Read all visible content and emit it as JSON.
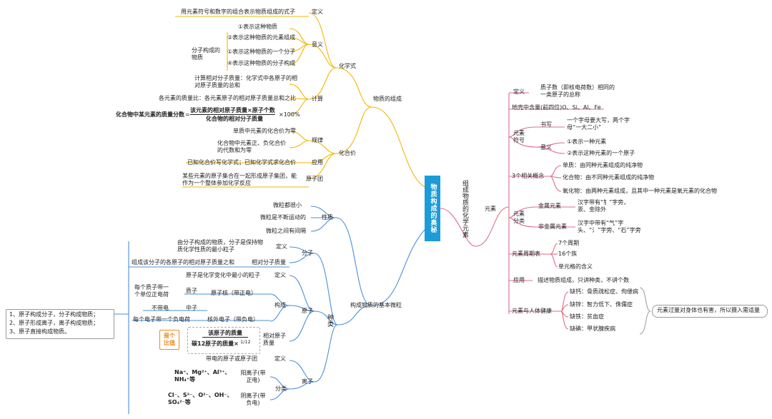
{
  "center": {
    "title": "物质构成的奥秘"
  },
  "left_top": {
    "branch": "物质的组成",
    "formula": {
      "label": "化学式",
      "definition": {
        "label": "定义",
        "text": "用元素符号和数字的组合表示物质组成的式子"
      },
      "meaning": {
        "label": "意义",
        "items": [
          "①表示这种物质",
          "②表示这种物质的元素组成",
          "①表示这种物质的一个分子",
          "④表示这种物质的分子构成"
        ],
        "note": "分子构成的物质"
      },
      "calc": {
        "label": "计算",
        "items": [
          "计算相对分子质量：化学式中各原子的相对原子质量的总和",
          "各元素的质量比：各元素原子的相对原子质量总和之比"
        ],
        "mass_fraction_label": "化合物中某元素的质量分数",
        "mass_fraction_num": "该元素的相对原子质量×原子个数",
        "mass_fraction_den": "化合物的相对分子质量",
        "mass_fraction_pct": "×100%"
      }
    },
    "valence": {
      "label": "化合价",
      "rule_label": "规律",
      "rules": [
        "单质中元素的化合价为零",
        "化合物中元素正、负化合价的代数和为零"
      ],
      "application_label": "应用",
      "application": "已知化合价写化学式；已知化学式求化合价",
      "radical_label": "原子团",
      "radical": "某些元素的原子集合在一起形成原子集团，能作为一个整体参加化学反应"
    }
  },
  "left_bottom": {
    "branch": "构成物质的基本微粒",
    "property": {
      "label": "性质",
      "items": [
        "微粒都很小",
        "微粒是不断运动的",
        "微粒之间有间隔"
      ]
    },
    "kind_label": "种类",
    "molecule": {
      "label": "分子",
      "definition_label": "定义",
      "definition": "由分子构成的物质，分子是保持物质化学性质的最小粒子",
      "mass_label": "相对分子质量",
      "mass": "组成该分子的各原子的相对原子质量之和"
    },
    "atom": {
      "label": "原子",
      "definition_label": "定义",
      "definition": "原子是化学变化中最小的粒子",
      "structure_label": "构成",
      "nucleus": "原子核（带正电）",
      "proton": "质子",
      "proton_note": "每个质子带一个单位正电荷",
      "neutron": "中子",
      "neutron_note": "不带电",
      "electron": "核外电子（带负电）",
      "electron_note": "每个电子带一个负电荷",
      "ratio_note": "是个比值",
      "relmass_label": "相对原子质量",
      "relmass_num": "该原子的质量",
      "relmass_den": "碳12原子的质量×",
      "relmass_frac": "1/12"
    },
    "ion": {
      "label": "离子",
      "definition_label": "定义",
      "definition": "带电的原子或原子团",
      "classify_label": "分类",
      "cation_label": "阳离子(带正电)",
      "cation_examples": "Na⁺、Mg²⁺、Al³⁺、NH₄⁺等",
      "anion_label": "阴离子(带负电)",
      "anion_examples": "Cl⁻、S²⁻、O²⁻、OH⁻、SO₄²⁻等"
    },
    "side_note": [
      "1、原子构成分子，分子构成物质；",
      "2、原子形成离子，离子构成物质；",
      "3、原子直接构成物质。"
    ]
  },
  "right": {
    "side_label": "组成物质的化学元素",
    "branch": "元素",
    "definition": {
      "label": "定义",
      "text": "质子数（即核电荷数）相同的一类原子的总称"
    },
    "crust": "地壳中含量(前四位)O、Si、Al、Fe",
    "symbol": {
      "label": "元素符号",
      "writing_label": "书写",
      "writing": "一个字母要大写，两个字母“一大二小”",
      "meaning_label": "意义",
      "meanings": [
        "①表示一种元素",
        "②表示这种元素的一个原子"
      ]
    },
    "concepts": {
      "label": "3个相关概念",
      "items": [
        "单质：由同种元素组成的纯净物",
        "化合物：由不同种元素组成的纯净物",
        "氧化物：由两种元素组成，且其中一种元素是氧元素的化合物"
      ]
    },
    "classify": {
      "label": "元素分类",
      "metal_label": "金属元素",
      "metal": "汉字带有“钅”字旁，汞、金除外",
      "nonmetal_label": "非金属元素",
      "nonmetal": "汉字中带有“气”字头、“氵”字旁、“石”字旁"
    },
    "table": {
      "label": "元素周期表",
      "items": [
        "7个周期",
        "16个族",
        "单元格的含义"
      ]
    },
    "application": {
      "label": "应用",
      "text": "描述物质组成，只讲种类，不讲个数"
    },
    "health": {
      "label": "元素与人体健康",
      "items": [
        "缺钙：骨质疏松症、佝偻病",
        "缺锌：智力低下、侏儒症",
        "缺铁：贫血症",
        "缺碘：甲状腺疾病"
      ],
      "note": "元素过量对身体也有害，所以摄入需适量"
    }
  }
}
